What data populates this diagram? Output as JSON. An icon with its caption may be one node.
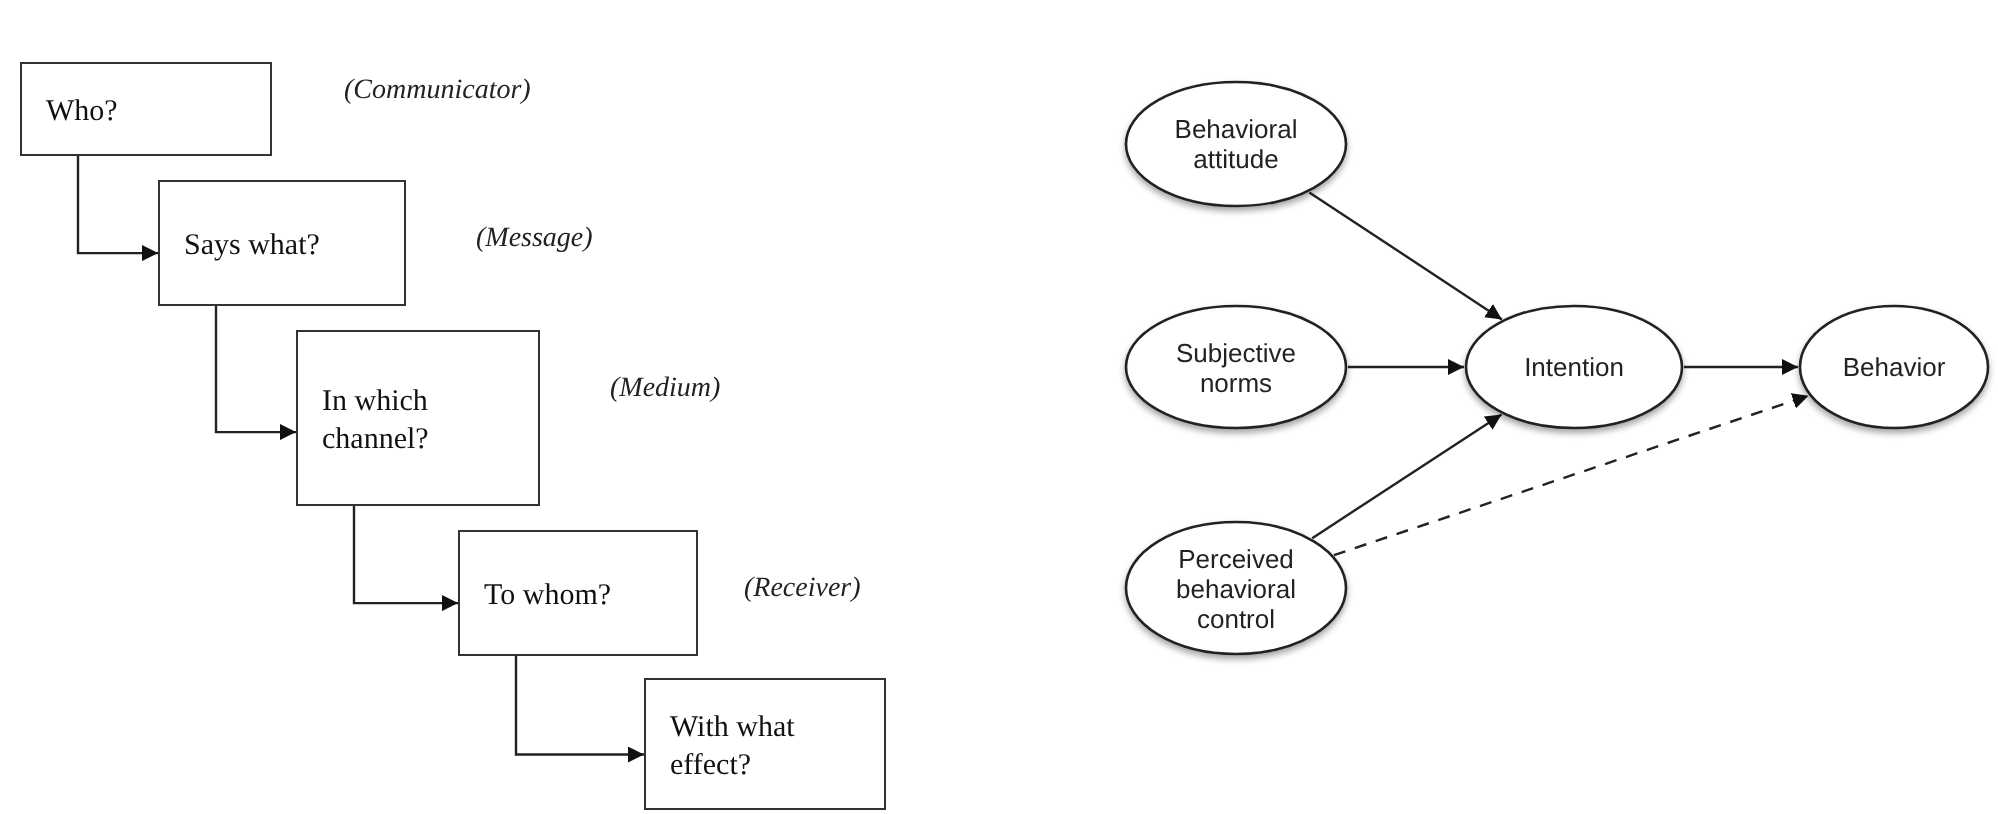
{
  "diagram": {
    "nodes": [
      {
        "text": [
          "Who?"
        ],
        "beside": [
          "(Communicator)"
        ]
      },
      {
        "text": [
          "Says what?"
        ],
        "beside": [
          "(Message)"
        ]
      },
      {
        "text": [
          "In which channel?"
        ],
        "beside": [
          "(Medium)"
        ]
      },
      {
        "text": [
          "To whom?"
        ],
        "beside": [
          "(Receiver)"
        ]
      },
      {
        "text": [
          "With what effect?"
        ]
      },
      {
        "text": [
          "Behavioral attitude"
        ]
      },
      {
        "text": [
          "Subjective norms"
        ]
      },
      {
        "text": [
          "Intention"
        ]
      },
      {
        "text": [
          "Behavior"
        ]
      },
      {
        "text": [
          "Perceived behavioral control"
        ]
      }
    ],
    "edges": [
      {
        "from": 0,
        "to": 1,
        "arrow": "to"
      },
      {
        "from": 1,
        "to": 2,
        "arrow": "to"
      },
      {
        "from": 2,
        "to": 3,
        "arrow": "to"
      },
      {
        "from": 3,
        "to": 4,
        "arrow": "to"
      },
      {
        "from": 5,
        "to": 7,
        "arrow": "to"
      },
      {
        "from": 6,
        "to": 7,
        "arrow": "to"
      },
      {
        "from": 7,
        "to": 8,
        "arrow": "to"
      },
      {
        "from": 9,
        "to": 7,
        "arrow": "to"
      },
      {
        "from": 9,
        "to": 8,
        "arrow": "to",
        "style": "dashed"
      }
    ]
  }
}
